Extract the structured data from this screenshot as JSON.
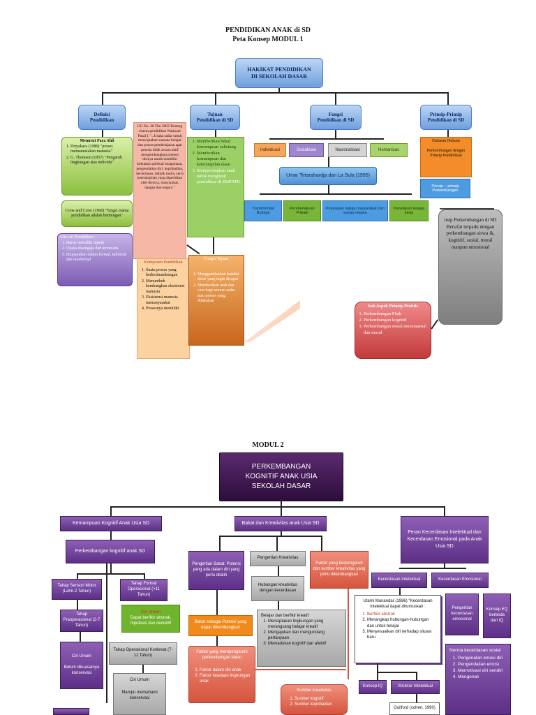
{
  "modul1": {
    "title_line1": "PENDIDIKAN ANAK di SD",
    "title_line2": "Peta Konsep MODUL 1",
    "root": "HAKIKAT PENDIDIKAN\nDI SEKOLAH DASAR",
    "definisi": "Definisi\nPendidikan",
    "tujuan": "Tujuan\nPendidikan di SD",
    "fungsi": "Fungsi\nPendidikan di SD",
    "prinsip": "Prinsip-Prinsip\nPendidikan di SD",
    "menurut_title": "Menurut Para Ahli",
    "menurut_items": [
      "Driyakara (1980) \"proses memanusiakan manusia\"",
      "G. Thomson (1957) \"Pengaruh lingkungan atas individu\""
    ],
    "crow": "Crow and Crow (1960) \"fungsi utama pendidikan adalah bimbingan\"",
    "ciri_title": "Ciri-ciri Pendidikan :",
    "ciri_items": [
      "Harus memiliki tujuan",
      "Upaya disengaja dan terencana",
      "Diupayakan dalam formal, informal dan nonformal"
    ],
    "uu": "UU No. 20 Thn 2003 Tentang sistem pendidikan Nasional Pasal 1 \"...Usaha sadar untuk menciptakan suasana belajar dan proses pembelajaran agar peserta didik secara aktif mengembangkan potensi dirinya untuk memiliki kekuatan spiritual keagamaan, pengendalian diri, kepribadian, kecerdasan, akhlak mulia, serta keterampilan yang diperlukan oleh dirinya, masyarakat, bangsa dan negara.\"",
    "tujuan_items": [
      "Memberikan bekal kemampuan calistung",
      "Memberikan kemampuan dan keterampilan dasar",
      "Mempersiapkan anak untuk mengikuti pendidikan di SMP/MTs"
    ],
    "komponen_title": "Komponen Pendidikan",
    "komponen_items": [
      "Suatu proses yang berkesinambungan",
      "Menumbuh kembangkan eksistensi manusia",
      "Eksistensi manusia memasyarakat",
      "Prosesnya memiliki"
    ],
    "fungsi_tujuan_title": "Fungsi Tujuan",
    "fungsi_tujuan_items": [
      "Menggambarkan kondisi akhir yang ingin dicapai",
      "Memberikan arah dan cara bagi semua usaha atau proses yang dilakukan"
    ],
    "tags": [
      "Individuasi",
      "Sosialisasi",
      "Nasionalisasi",
      "Humanisas"
    ],
    "umar": "Umar Tirtarahardja dan La Sula (1995)",
    "umar_items": [
      "Transformasi Budaya",
      "Pemberlakuan Pribadi",
      "Penyiapan warga masyarakat Dan warga negara",
      "Penyiapan tenaga kerja"
    ],
    "padanan": "Padanan Hukum",
    "perkembangan_prinsip": "Perkembangan dengan Prinsip Pendidikan",
    "prinsip_prinsip": "Prinsip – prinsip Perkembangan",
    "gray_text": "nsip Perkembangan di SD Bersifat terpadu dengan perkembangan siswa ik, kognitif, sosial, moral maupun emosional",
    "sub_aspek_title": "Sub Aspek Prinsip Praktis",
    "sub_aspek_items": [
      "Perkembangan Fisik",
      "Perkembangan kognitif",
      "Perkembangan sosial emosiaaenal dan moral"
    ]
  },
  "modul2": {
    "title": "MODUL 2",
    "root": "PERKEMBANGAN KOGNITIF ANAK USIA SEKOLAH DASAR",
    "kemampuan": "Kemampuan Kognitif Anak Usia SD",
    "bakat": "Bakat dan Kreativitas anak Usia SD",
    "peran": "Peran Kecerdasan Intelektual dan Kecerdasan Emosional pada Anak Usia SD",
    "perkembangan_kognitif": "Perkembangan kognitif anak SD",
    "sensori": "Tahap Sensori Motor (Lahir-2 Tahun)",
    "formal": "Tahap Formal Operasional (>11 Tahun)",
    "praoperasional": "Tahap Praoperasional (2-7 Tahun)",
    "ciri_umum_green_title": "Ciri Umum",
    "ciri_umum_green_text": "Dapat berfikir abstrak, hipotesis dan deduktif",
    "ciri_umum1_title": "Ciri Umum",
    "ciri_umum1_text": "Belum dikuasainya konservasi",
    "operasional_konkret": "Tahap Operasional Konkreat (7-11 Tahun)",
    "ciri_umum2_title": "Ciri Umum",
    "ciri_umum2_text": "Mampu memahami konservasi",
    "pengertian_bakat": "Pengertian Bakat: Potensi yang ada dalam diri yang perlu dilatih",
    "bakat_potensi": "Bakat sebagai Potensi yang dapat dikembangkan",
    "pengertian_kreativitas": "Pengertian Kreativitas",
    "hubungan_kreativitas": "Hubungan kreativitas dengan kecerdasan",
    "belajar_title": "Belajar dan berfikir kreatif:",
    "belajar_items": [
      "Menciptakan lingkungan yang merangsang belajar kreatif",
      "Mengajukan dan mengundang pertanyaan",
      "Memadukan kognitif dan afektif"
    ],
    "faktor_sumber": "Faktor yang berpengaruh dan sumber kreativitas yang perlu dikembangkan",
    "faktor_bakat_title": "Faktor yang mempengaruhi perkembangan bakat",
    "faktor_bakat_items": [
      "Faktor dalam diri anak",
      "Faktor keadaan lingkungan anak"
    ],
    "sumber_title": "Sumber kreativitas",
    "sumber_items": [
      "Sumber kognitif",
      "Sumber kepribadian"
    ],
    "kecerdasan_intelektual": "Kecerdasan Intelektual",
    "kecerdasan_emosional": "Kecerdasan Emosional",
    "utami_title": "Utami Munandar (1986) \"Kecerdasan intelektual dapat dirumuskan :",
    "utami_items": [
      "Berfikir abstrak",
      "Menangkap hubungan-hubungan dan untuk belajar",
      "Menyesuaikan diri terhadap situasi baru"
    ],
    "pengertian_ke": "Pengertian kecerdasan emosional",
    "konsep_eq": "Konsep EQ berbeda dari IQ",
    "norma_title": "Norma kecerdasan sosial",
    "norma_items": [
      "Pengenalan emosi diri",
      "Pengendalian emosi",
      "Memotivasi diri sendiri",
      "Mengenali"
    ],
    "konsep_iq": "Konsep IQ",
    "struktur": "Struktur Intelektual",
    "guilford": "Guilford (cohen, 1990)"
  }
}
